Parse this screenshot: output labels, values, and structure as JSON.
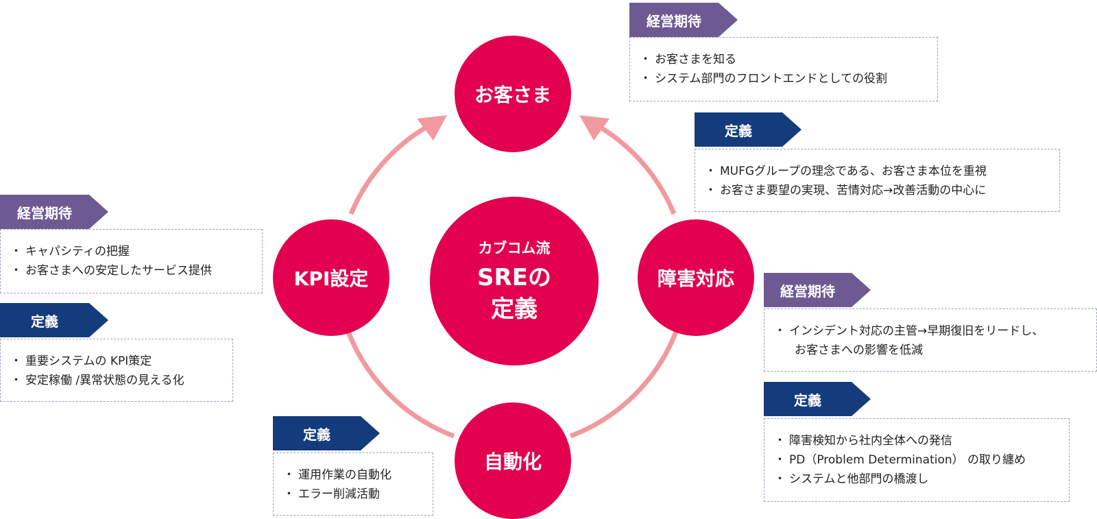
{
  "center": {
    "sub": "カブコム流",
    "line1": "SREの",
    "line2": "定義"
  },
  "nodes": {
    "customer": "お客さま",
    "incident": "障害対応",
    "automation": "自動化",
    "kpi": "KPI設定"
  },
  "colors": {
    "circle": "#e2004f",
    "arrow": "#f09aa0",
    "expectation_tag": "#6e5a92",
    "definition_tag": "#143c7d"
  },
  "panels": {
    "customer_expectation": {
      "tag": "経営期待",
      "items": [
        "お客さまを知る",
        "システム部門のフロントエンドとしての役割"
      ]
    },
    "customer_definition": {
      "tag": "定義",
      "items": [
        "MUFGグループの理念である、お客さま本位を重視",
        "お客さま要望の実現、苦情対応→改善活動の中心に"
      ]
    },
    "incident_expectation": {
      "tag": "経営期待",
      "items": [
        "インシデント対応の主管→早期復旧をリードし、",
        "お客さまへの影響を低減"
      ]
    },
    "incident_definition": {
      "tag": "定義",
      "items": [
        "障害検知から社内全体への発信",
        "PD（Problem Determination） の取り纏め",
        "システムと他部門の橋渡し"
      ]
    },
    "automation_definition": {
      "tag": "定義",
      "items": [
        "運用作業の自動化",
        "エラー削減活動"
      ]
    },
    "kpi_expectation": {
      "tag": "経営期待",
      "items": [
        "キャパシティの把握",
        "お客さまへの安定したサービス提供"
      ]
    },
    "kpi_definition": {
      "tag": "定義",
      "items": [
        "重要システムの KPI策定",
        "安定稼働 /異常状態の見える化"
      ]
    }
  }
}
